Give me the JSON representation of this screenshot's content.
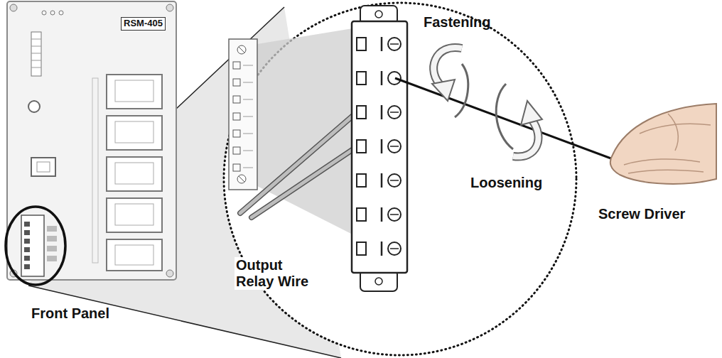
{
  "diagram": {
    "labels": [
      "RSM-405",
      "Front Panel",
      "Output Relay Wire",
      "Fastening",
      "Loosening",
      "Screw Driver"
    ]
  }
}
